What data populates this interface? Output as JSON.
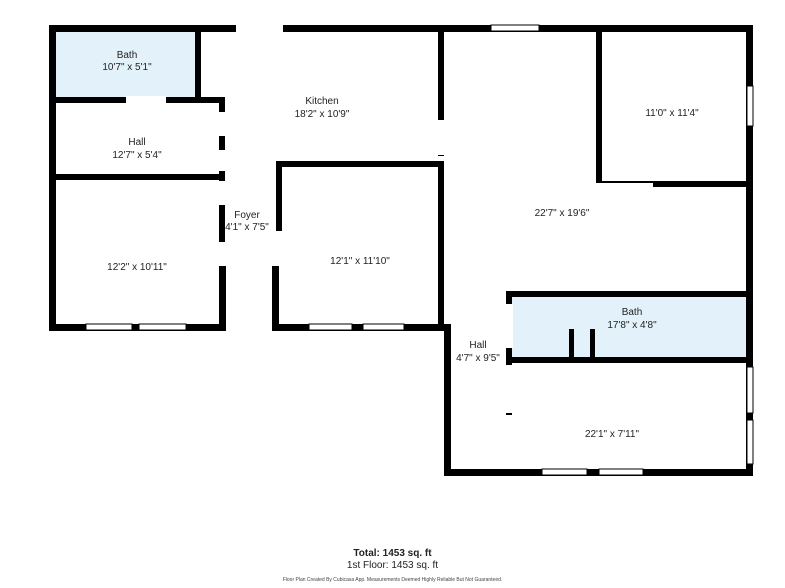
{
  "colors": {
    "wall": "#000000",
    "bath_fill": "#e3f2fa",
    "background": "#ffffff",
    "window": "#ffffff"
  },
  "rooms": {
    "bath_1": {
      "name": "Bath",
      "dims": "10'7\" x 5'1\""
    },
    "kitchen": {
      "name": "Kitchen",
      "dims": "18'2\" x 10'9\""
    },
    "hall_1": {
      "name": "Hall",
      "dims": "12'7\" x 5'4\""
    },
    "bedroom_1": {
      "dims": "12'2\" x 10'11\""
    },
    "foyer": {
      "name": "Foyer",
      "dims": "4'1\" x 7'5\""
    },
    "bedroom_2": {
      "dims": "12'1\" x 11'10\""
    },
    "room_ne": {
      "dims": "11'0\" x 11'4\""
    },
    "living": {
      "dims": "22'7\" x 19'6\""
    },
    "bath_2": {
      "name": "Bath",
      "dims": "17'8\" x 4'8\""
    },
    "hall_2": {
      "name": "Hall",
      "dims": "4'7\" x 9'5\""
    },
    "room_se": {
      "dims": "22'1\" x 7'11\""
    }
  },
  "footer": {
    "total": "Total: 1453 sq. ft",
    "floor": "1st Floor: 1453 sq. ft",
    "disclaimer": "Floor Plan Created By Cubicasa App. Measurements Deemed Highly Reliable But Not Guaranteed."
  }
}
